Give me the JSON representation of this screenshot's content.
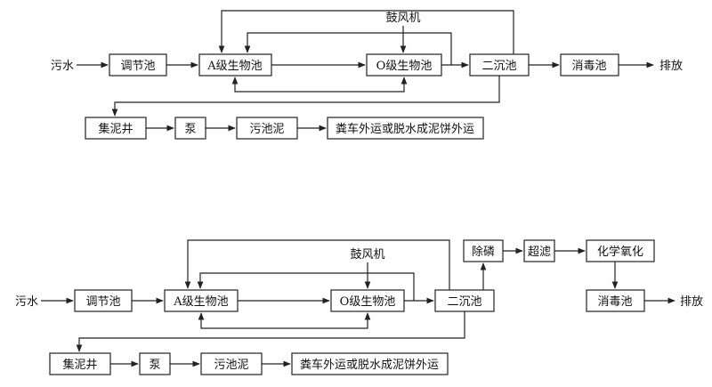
{
  "diagram1": {
    "input_label": "污水",
    "blower_label": "鼓风机",
    "output_label": "排放",
    "nodes": {
      "adjust_tank": "调节池",
      "a_bio_tank": "A级生物池",
      "o_bio_tank": "O级生物池",
      "secondary_clarifier": "二沉池",
      "disinfection_tank": "消毒池",
      "sludge_well": "集泥井",
      "pump": "泵",
      "sludge_tank": "污池泥",
      "sludge_disposal": "粪车外运或脱水成泥饼外运"
    }
  },
  "diagram2": {
    "input_label": "污水",
    "blower_label": "鼓风机",
    "output_label": "排放",
    "nodes": {
      "adjust_tank": "调节池",
      "a_bio_tank": "A级生物池",
      "o_bio_tank": "O级生物池",
      "secondary_clarifier": "二沉池",
      "phosphorus_removal": "除磷",
      "ultrafiltration": "超滤",
      "chemical_oxidation": "化学氧化",
      "disinfection_tank": "消毒池",
      "sludge_well": "集泥井",
      "pump": "泵",
      "sludge_tank": "污池泥",
      "sludge_disposal": "粪车外运或脱水成泥饼外运"
    }
  },
  "colors": {
    "line": "#222222",
    "box_fill": "#ffffff",
    "text": "#111111"
  }
}
